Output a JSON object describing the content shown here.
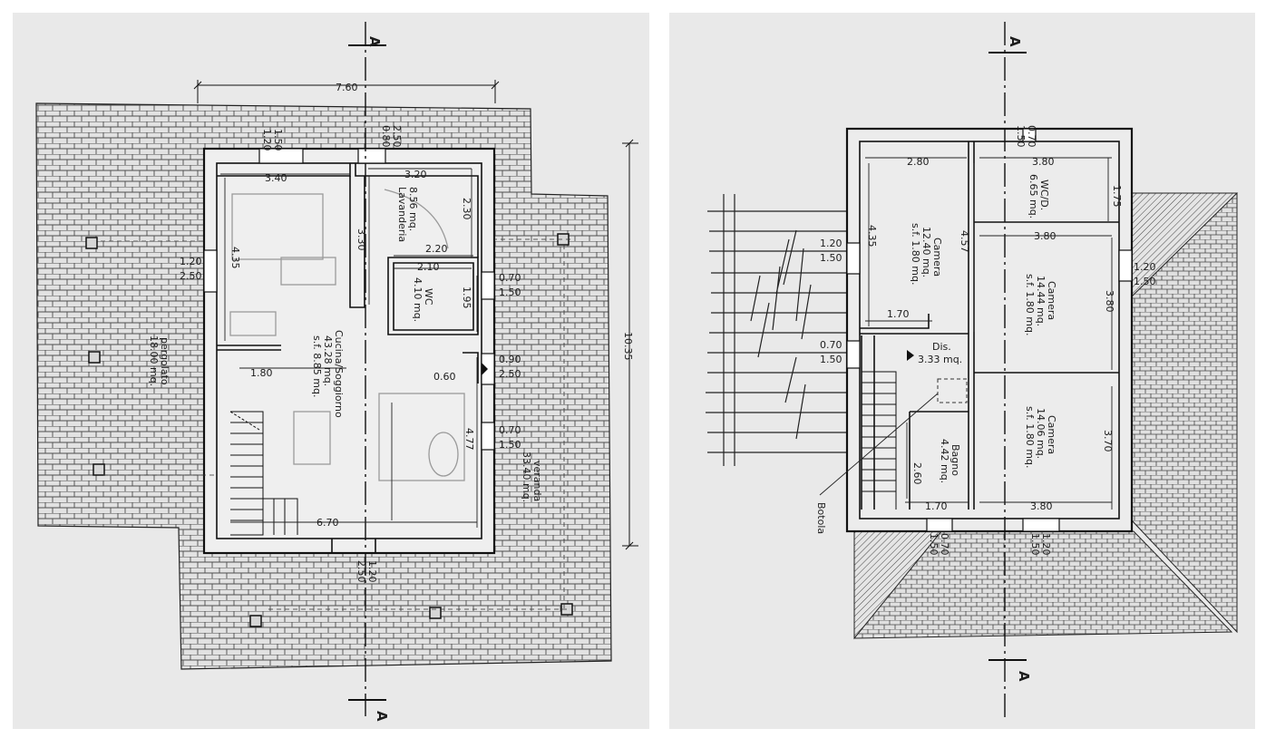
{
  "section_marker": "A",
  "ground_floor": {
    "overall_width": "7.60",
    "overall_depth": "10.35",
    "rooms": {
      "kitchen": {
        "name": "Cucina/Soggiorno",
        "area": "43.28 mq.",
        "sf": "s.f. 8.85 mq."
      },
      "laundry": {
        "name": "Lavanderia",
        "area": "8.56 mq."
      },
      "wc": {
        "name": "WC",
        "area": "4.10 mq."
      },
      "pergola": {
        "name": "pergolato",
        "area": "18.00 mq."
      },
      "veranda": {
        "name": "veranda",
        "area": "33.40 mq."
      }
    },
    "dims": {
      "top_win_w": "1.20",
      "top_win_h": "1.50",
      "top_door_w": "0.80",
      "top_door_h": "2.50",
      "kitchen_top_w": "3.40",
      "laundry_top_w": "3.20",
      "laundry_right": "2.30",
      "wc_top_w": "2.20",
      "wc_inner_w": "2.10",
      "wc_h": "1.95",
      "kitchen_left_h": "4.35",
      "laundry_inner_h": "3.30",
      "left_door_w": "1.20",
      "left_door_h": "2.50",
      "wc_win_w": "0.70",
      "wc_win_h": "1.50",
      "entry_w": "0.90",
      "entry_h": "2.50",
      "entry_inner": "0.60",
      "stair_w": "1.80",
      "kitchen_right_h": "4.77",
      "right_win_w": "0.70",
      "right_win_h": "1.50",
      "bottom_w": "6.70",
      "bottom_door_w": "1.20",
      "bottom_door_h": "2.50"
    }
  },
  "first_floor": {
    "rooms": {
      "camera1": {
        "name": "Camera",
        "area": "12.40 mq.",
        "sf": "s.f. 1.80 mq."
      },
      "wcd": {
        "name": "WC/D.",
        "area": "6.65 mq."
      },
      "camera2": {
        "name": "Camera",
        "area": "14.44 mq.",
        "sf": "s.f. 1.80 mq."
      },
      "dis": {
        "name": "Dis.",
        "area": "3.33 mq."
      },
      "camera3": {
        "name": "Camera",
        "area": "14.06 mq.",
        "sf": "s.f. 1.80 mq."
      },
      "bagno": {
        "name": "Bagno",
        "area": "4.42 mq."
      }
    },
    "botola": "Botola",
    "dims": {
      "top_win_w": "0.70",
      "top_win_h": "1.50",
      "cam1_w": "2.80",
      "wcd_w": "3.80",
      "wcd_h": "1.75",
      "cam1_h": "4.35",
      "cam1_inner_h": "4.57",
      "cam2_top_w": "3.80",
      "left_win_w": "1.20",
      "left_win_h": "1.50",
      "right_win_w": "1.20",
      "right_win_h": "1.50",
      "cam2_h": "3.80",
      "cam1_bottom": "1.70",
      "stair_win_w": "0.70",
      "stair_win_h": "1.50",
      "cam3_h": "3.70",
      "bagno_h": "2.60",
      "bagno_w": "1.70",
      "cam3_w": "3.80",
      "bot_win1_w": "0.70",
      "bot_win1_h": "1.50",
      "bot_win2_w": "1.20",
      "bot_win2_h": "1.50"
    }
  }
}
